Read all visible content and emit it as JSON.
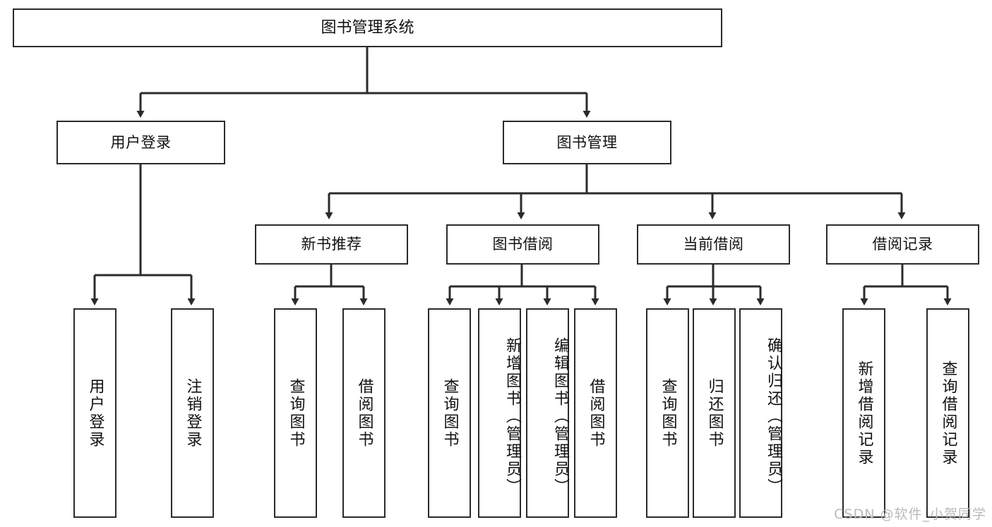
{
  "diagram": {
    "type": "hierarchy-tree",
    "title": "图书管理系统",
    "watermark": "CSDN @软件_小贺同学",
    "colors": {
      "border": "#2b2b2b",
      "background": "#ffffff",
      "text": "#111111",
      "watermark": "#b9b9b9"
    },
    "root": {
      "label": "图书管理系统"
    },
    "level2": [
      {
        "label": "用户登录"
      },
      {
        "label": "图书管理"
      }
    ],
    "level3": [
      {
        "label": "新书推荐"
      },
      {
        "label": "图书借阅"
      },
      {
        "label": "当前借阅"
      },
      {
        "label": "借阅记录"
      }
    ],
    "leaves": {
      "user_login": [
        {
          "label": "用户登录"
        },
        {
          "label": "注销登录"
        }
      ],
      "new_book_recommend": [
        {
          "label": "查询图书"
        },
        {
          "label": "借阅图书"
        }
      ],
      "book_borrow": [
        {
          "label": "查询图书"
        },
        {
          "label": "新增图书（管理员）"
        },
        {
          "label": "编辑图书（管理员）"
        },
        {
          "label": "借阅图书"
        }
      ],
      "current_borrow": [
        {
          "label": "查询图书"
        },
        {
          "label": "归还图书"
        },
        {
          "label": "确认归还（管理员）"
        }
      ],
      "borrow_record": [
        {
          "label": "新增借阅记录"
        },
        {
          "label": "查询借阅记录"
        }
      ]
    }
  }
}
